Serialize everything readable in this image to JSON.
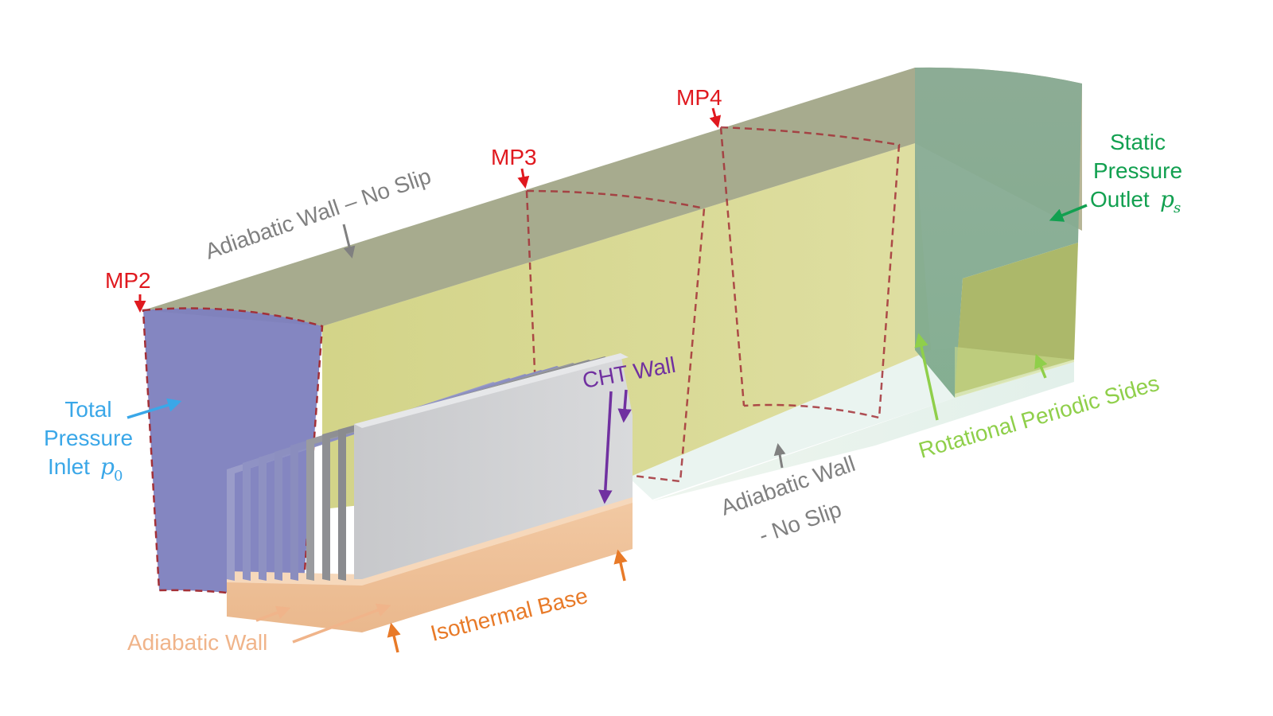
{
  "measurement_planes": {
    "mp2": "MP2",
    "mp3": "MP3",
    "mp4": "MP4"
  },
  "labels": {
    "adiabatic_wall_top": "Adiabatic Wall – No Slip",
    "adiabatic_wall_bottom_line1": "Adiabatic Wall",
    "adiabatic_wall_bottom_line2": "- No Slip",
    "cht_wall": "CHT Wall",
    "inlet_line1": "Total",
    "inlet_line2": "Pressure",
    "inlet_line3": "Inlet",
    "inlet_symbol": "p",
    "inlet_subscript": "0",
    "outlet_line1": "Static",
    "outlet_line2": "Pressure",
    "outlet_line3": "Outlet",
    "outlet_symbol": "p",
    "outlet_subscript": "s",
    "periodic_sides": "Rotational Periodic Sides",
    "isothermal_base": "Isothermal Base",
    "adiabatic_wall_base": "Adiabatic Wall"
  },
  "colors": {
    "measurement_plane": "#e0191f",
    "adiabatic_wall": "#808080",
    "cht_wall": "#7030a0",
    "inlet": "#3aa7e8",
    "outlet": "#12a050",
    "periodic_sides": "#8fcf4a",
    "isothermal_base": "#e87a28",
    "adiabatic_base": "#f0b48a"
  }
}
